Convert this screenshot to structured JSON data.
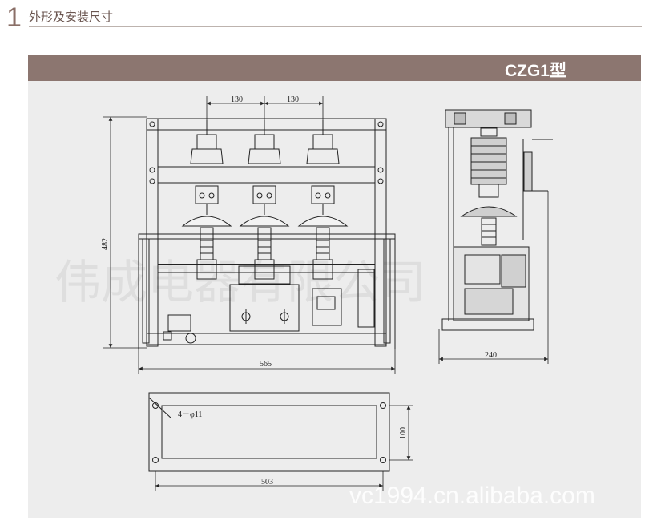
{
  "header": {
    "number": "1",
    "title": "外形及安装尺寸"
  },
  "banner": {
    "model": "CZG1型"
  },
  "dimensions": {
    "front_spacing_left": "130",
    "front_spacing_right": "130",
    "front_height": "482",
    "front_width": "565",
    "side_depth": "240",
    "mount_holes": "4－φ11",
    "mount_depth": "100",
    "mount_width": "503"
  },
  "watermarks": {
    "company": "伟成电器有限公司",
    "site": "vc1994.cn.alibaba.com"
  },
  "colors": {
    "banner": "#8c7670",
    "panel": "#ededed",
    "accent": "#8a6f67"
  }
}
